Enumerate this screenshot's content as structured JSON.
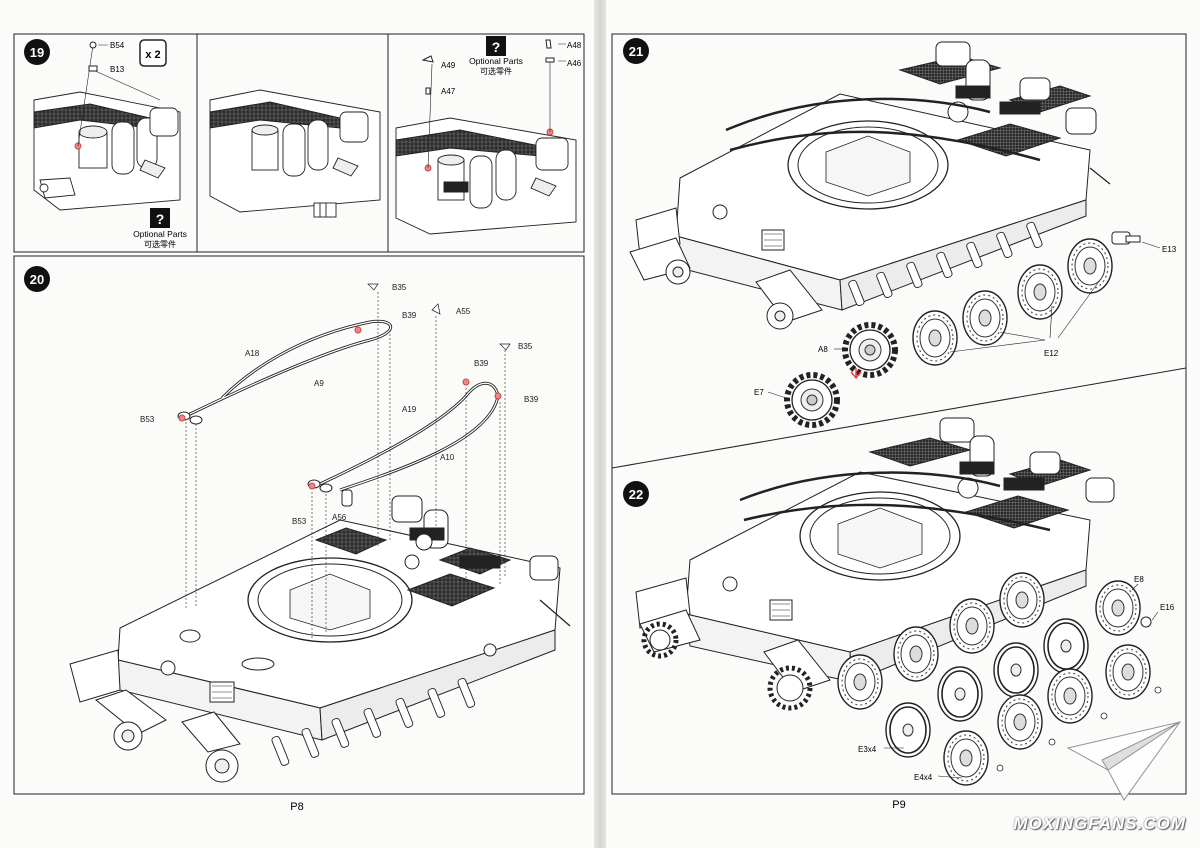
{
  "steps": [
    {
      "number": "19",
      "multiplier": "x 2"
    },
    {
      "number": "20"
    },
    {
      "number": "21"
    },
    {
      "number": "22"
    }
  ],
  "optional": {
    "icon": "?",
    "label": "Optional Parts",
    "label_cn": "可选零件"
  },
  "parts": {
    "s19": [
      "B54",
      "B13",
      "A49",
      "A47",
      "A48",
      "A46"
    ],
    "s20": [
      "B35",
      "B39",
      "A55",
      "A18",
      "A9",
      "B35b",
      "B39b",
      "B53",
      "A19",
      "B39c",
      "A10",
      "B53b",
      "A56"
    ],
    "s21": [
      "E13",
      "A8",
      "E12",
      "E7"
    ],
    "s22": [
      "E8",
      "E16",
      "E3x4",
      "E4x4"
    ]
  },
  "labels": {
    "B54": "B54",
    "B13": "B13",
    "A49": "A49",
    "A47": "A47",
    "A48": "A48",
    "A46": "A46",
    "B35": "B35",
    "B39": "B39",
    "A55": "A55",
    "A18": "A18",
    "A9": "A9",
    "B35b": "B35",
    "B39b": "B39",
    "B53": "B53",
    "A19": "A19",
    "B39c": "B39",
    "A10": "A10",
    "B53b": "B53",
    "A56": "A56",
    "E13": "E13",
    "A8": "A8",
    "E12": "E12",
    "E7": "E7",
    "E8": "E8",
    "E16": "E16",
    "E3x4": "E3x4",
    "E4x4": "E4x4"
  },
  "pages": {
    "left": "P8",
    "right": "P9"
  },
  "watermark": "MOXINGFANS.COM"
}
